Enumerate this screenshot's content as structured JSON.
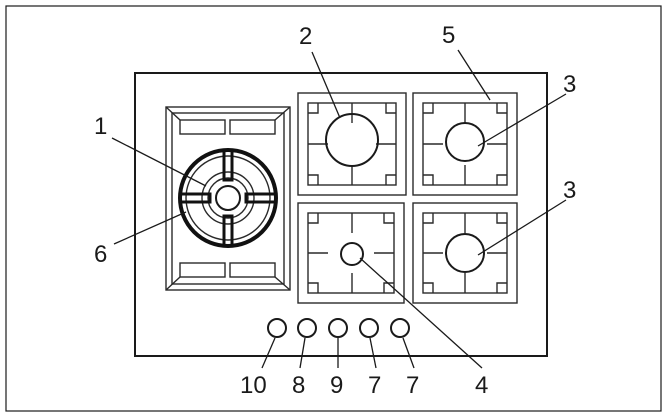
{
  "callouts": {
    "c1": "1",
    "c2": "2",
    "c3a": "3",
    "c3b": "3",
    "c4": "4",
    "c5": "5",
    "c6": "6",
    "c7a": "7",
    "c7b": "7",
    "c8": "8",
    "c9": "9",
    "c10": "10"
  },
  "colors": {
    "ink": "#1a1a1a",
    "background": "#ffffff"
  }
}
